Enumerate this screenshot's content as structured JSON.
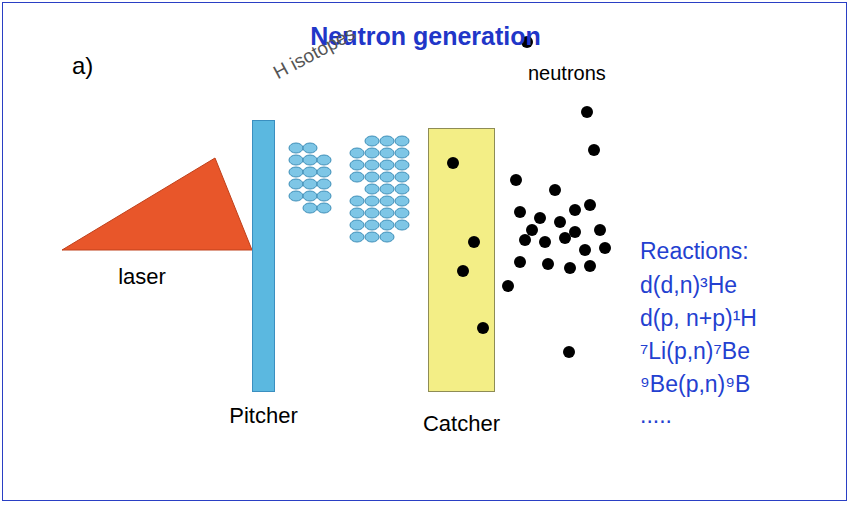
{
  "diagram": {
    "title": "Neutron generation",
    "nodes": [
      {
        "text": [
          "laser"
        ]
      },
      {
        "text": [
          "Pitcher"
        ]
      },
      {
        "text": [
          "Catcher"
        ]
      }
    ],
    "labels": [
      "a)",
      "H isotopes",
      "neutrons",
      "Reactions:",
      "d(d,n)³He",
      "d(p, n+p)¹H",
      "⁷Li(p,n)⁷Be",
      "⁹Be(p,n)⁹B",
      "....."
    ]
  }
}
